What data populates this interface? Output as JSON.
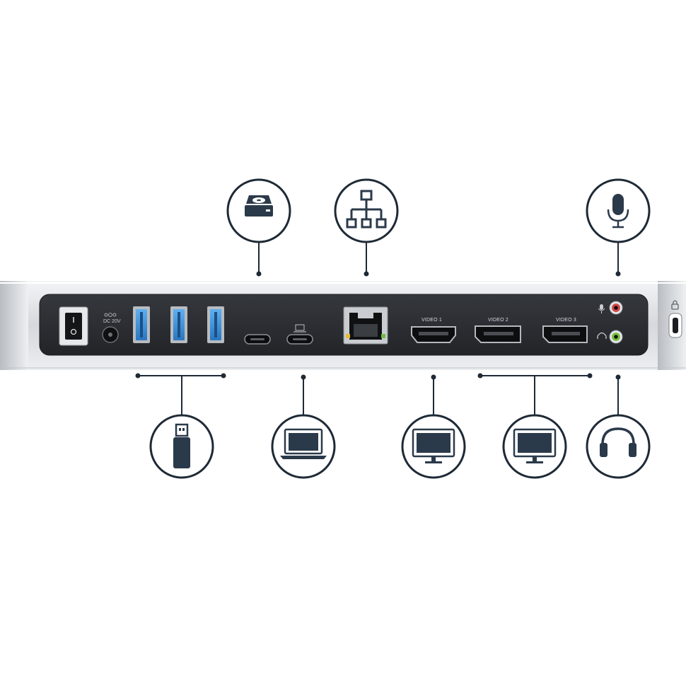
{
  "colors": {
    "icon_dark": "#2b3a4a",
    "panel_dark": "#2a2d31",
    "chassis_silver": "#d9dce0",
    "usb_blue": "#3a8fd8",
    "line_color": "#1e2a36",
    "audio_mic": "#d04a4a",
    "audio_headphone": "#7cc043"
  },
  "panel": {
    "dc_label": "DC 20V",
    "video1_label": "VIDEO 1",
    "video2_label": "VIDEO 2",
    "video3_label": "VIDEO 3"
  },
  "icons": {
    "top": [
      "hard-drive-icon",
      "network-icon",
      "microphone-icon"
    ],
    "bottom": [
      "usb-flash-drive-icon",
      "laptop-icon",
      "monitor-icon",
      "monitor-icon",
      "headphones-icon"
    ]
  }
}
